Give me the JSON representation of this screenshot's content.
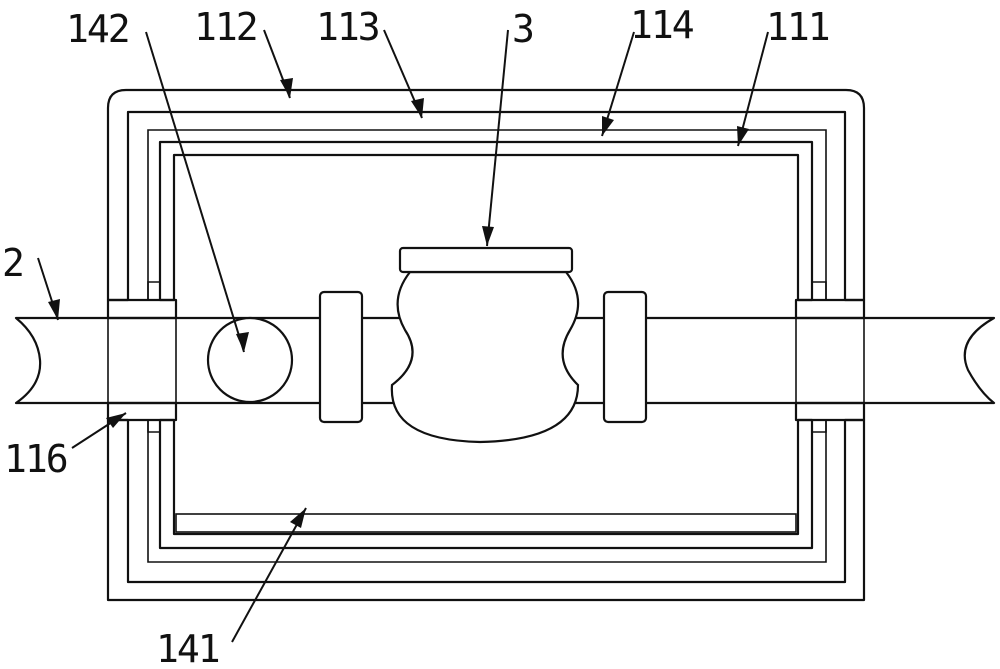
{
  "figure": {
    "labels": {
      "l142": "142",
      "l112": "112",
      "l113": "113",
      "l3": "3",
      "l114": "114",
      "l111": "111",
      "l2": "2",
      "l116": "116",
      "l141": "141"
    }
  }
}
